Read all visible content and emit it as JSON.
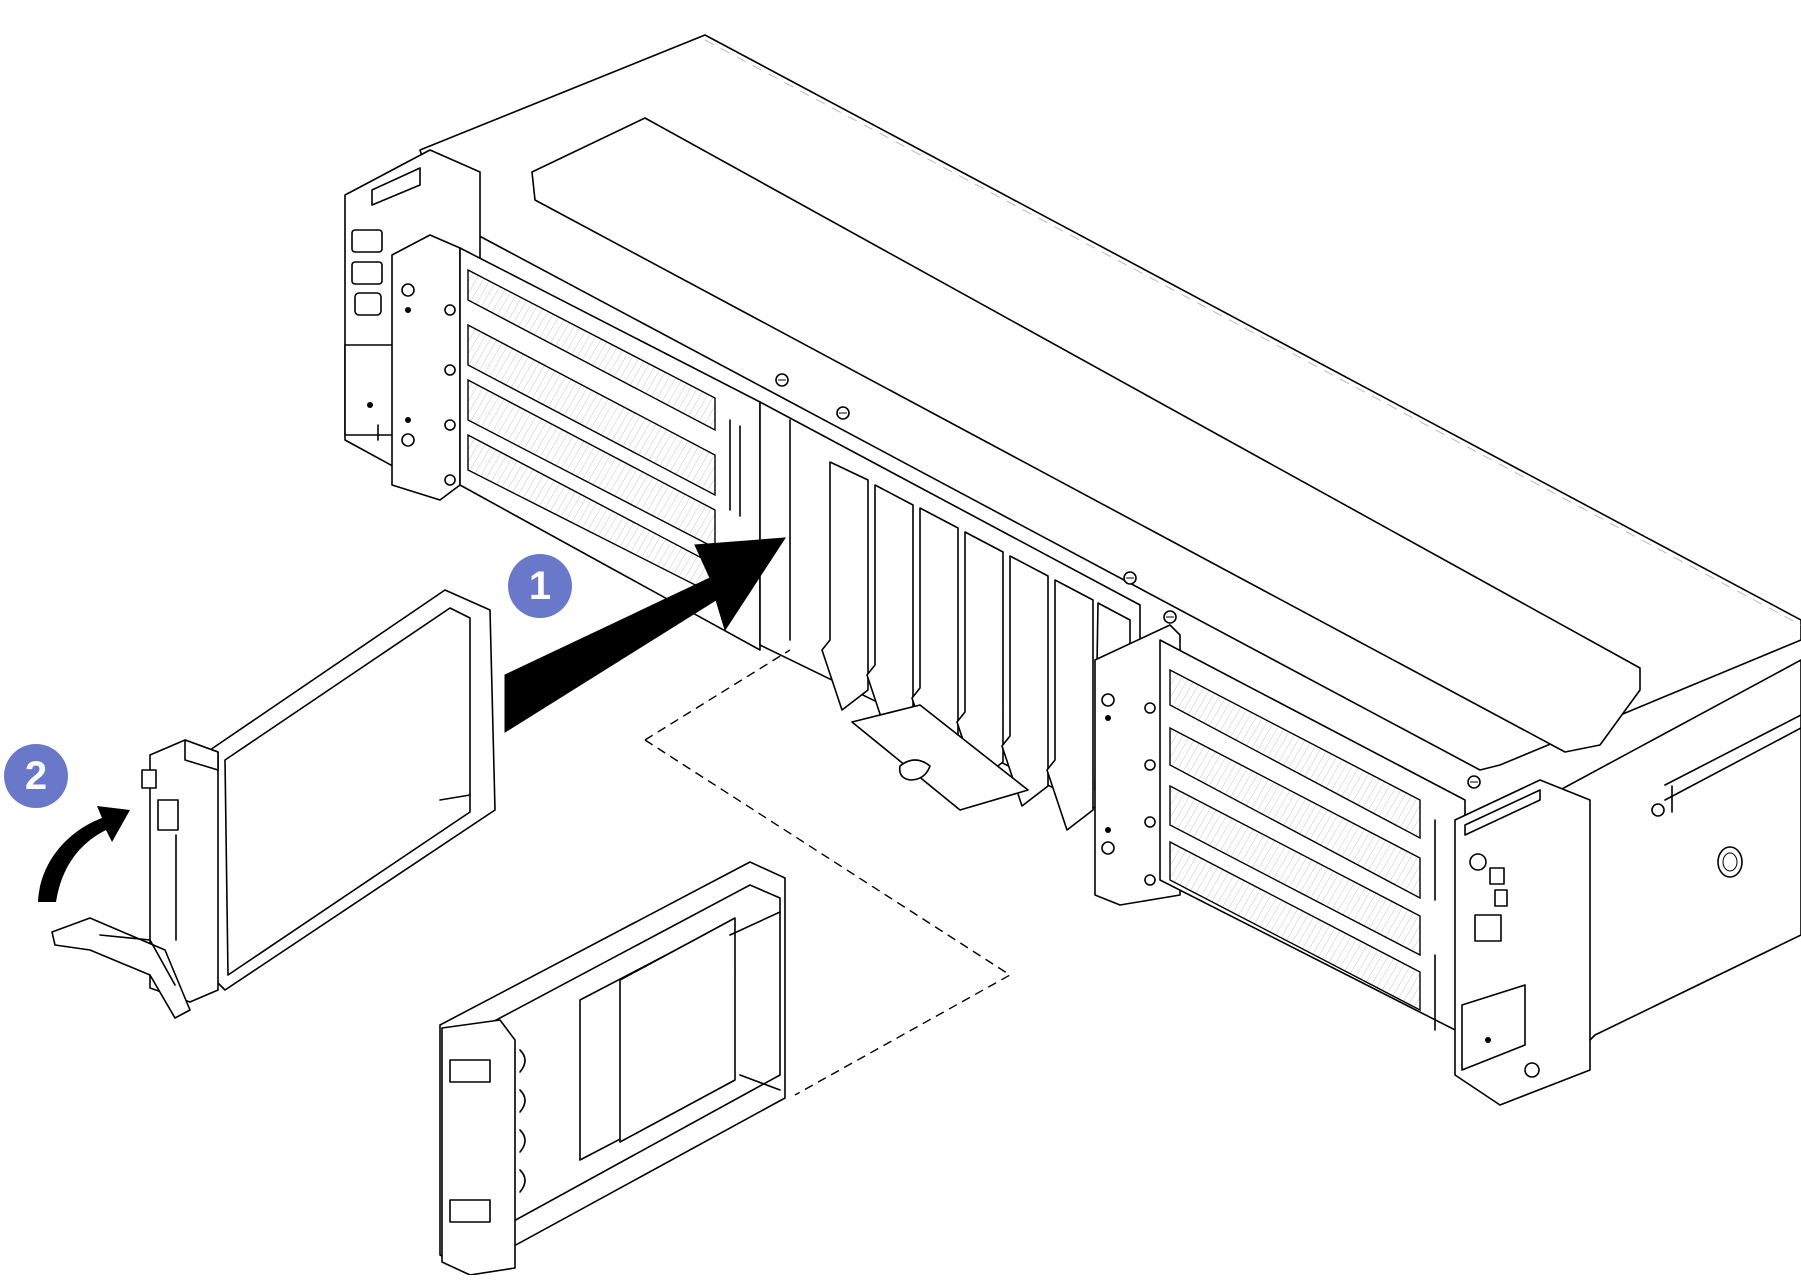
{
  "callouts": [
    {
      "number": "1",
      "color": "#6a78c9"
    },
    {
      "number": "2",
      "color": "#6a78c9"
    }
  ],
  "icons": [
    "insert-arrow-icon",
    "rotate-arrow-icon",
    "dashed-guide-lines"
  ],
  "colors": {
    "line": "#000000",
    "callout": "#6a78c9",
    "background": "#ffffff"
  }
}
